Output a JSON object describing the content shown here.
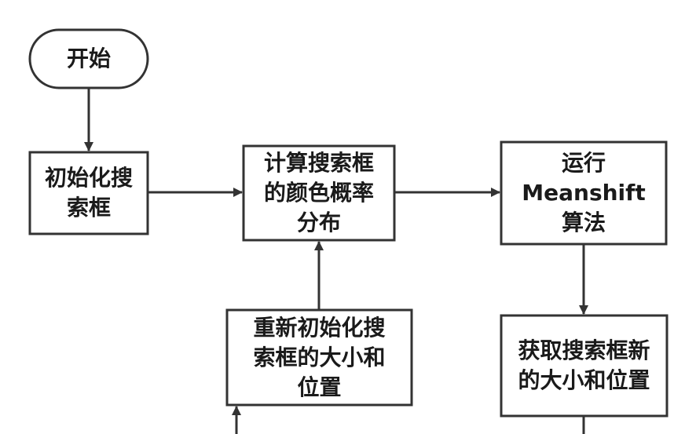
{
  "nodes": {
    "start": {
      "label": "开始"
    },
    "init": {
      "label": "初始化搜\n索框"
    },
    "calc": {
      "label": "计算搜索框\n的颜色概率\n分布"
    },
    "run": {
      "label": "运行\nMeanshift\n算法"
    },
    "reinit": {
      "label": "重新初始化搜\n索框的大小和\n位置"
    },
    "get": {
      "label": "获取搜索框新\n的大小和位置"
    }
  },
  "colors": {
    "stroke": "#333333",
    "fill": "#ffffff",
    "text": "#1a1a1a"
  }
}
